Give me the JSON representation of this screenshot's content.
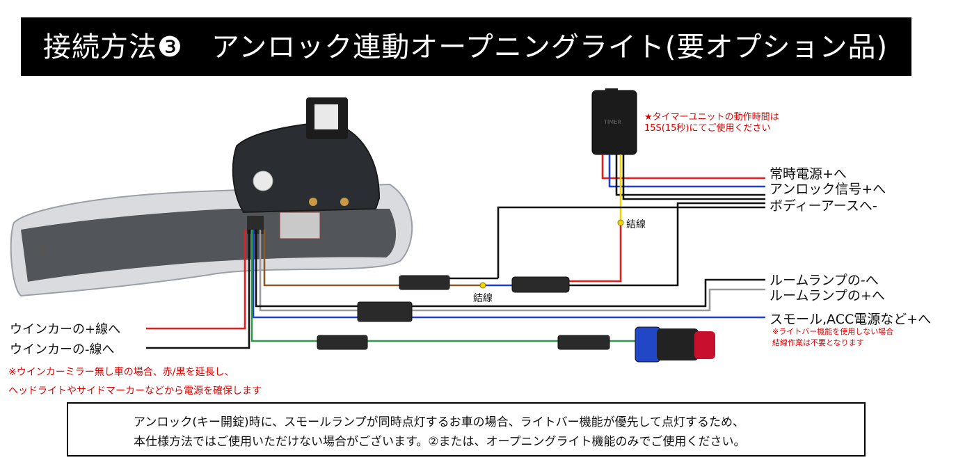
{
  "title": "接続方法❸　アンロック連動オープニングライト(要オプション品)",
  "timer_note": {
    "line1": "★タイマーユニットの動作時間は",
    "line2": "15S(15秒)にてご使用ください"
  },
  "wire_labels": {
    "constant_power": "常時電源+へ",
    "unlock_signal": "アンロック信号+へ",
    "body_ground": "ボディーアースへ-",
    "room_lamp_minus": "ルームランプの-へ",
    "room_lamp_plus": "ルームランプの+へ",
    "small_acc": "スモール,ACC電源など+へ",
    "winker_plus": "ウインカーの+線へ",
    "winker_minus": "ウインカーの-線へ"
  },
  "splice_labels": {
    "splice_top": "結線",
    "splice_bottom": "結線"
  },
  "lightbar_note": {
    "line1": "※ライトバー機能を使用しない場合",
    "line2": "結線作業は不要となります"
  },
  "winker_note": {
    "line1": "※ウインカーミラー無し車の場合、赤/黒を延長し、",
    "line2": "ヘッドライトやサイドマーカーなどから電源を確保します"
  },
  "warning": {
    "line1": "アンロック(キー開錠)時に、スモールランプが同時点灯するお車の場合、ライトバー機能が優先して点灯するため、",
    "line2": "本仕様方法ではご使用いただけない場合がございます。②または、オープニングライト機能のみでご使用ください。"
  },
  "colors": {
    "red_wire": "#e41e1e",
    "blue_wire": "#1f3fd6",
    "yellow_wire": "#f2d400",
    "black_wire": "#111111",
    "brown_wire": "#8a5a2b",
    "green_wire": "#2e9a4a",
    "note_red": "#e00000"
  },
  "icons": {
    "warning": "warning-triangle-icon"
  }
}
